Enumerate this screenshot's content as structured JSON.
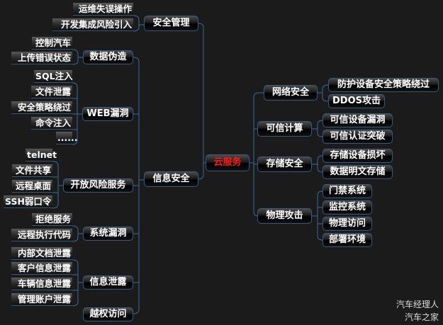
{
  "root": "云服务",
  "left": {
    "safety_mgmt": {
      "label": "安全管理",
      "children": [
        "运维失误操作",
        "开发集成风险引入"
      ]
    },
    "info_security": {
      "label": "信息安全",
      "branches": [
        {
          "label": "数据伪造",
          "children": [
            "控制汽车",
            "上传错误状态"
          ]
        },
        {
          "label": "WEB漏洞",
          "children": [
            "SQL注入",
            "文件泄露",
            "安全策略绕过",
            "命令注入",
            "......"
          ]
        },
        {
          "label": "开放风险服务",
          "children": [
            "telnet",
            "文件共享",
            "远程桌面",
            "SSH弱口令"
          ]
        },
        {
          "label": "系统漏洞",
          "children": [
            "拒绝服务",
            "远程执行代码"
          ]
        },
        {
          "label": "信息泄露",
          "children": [
            "内部文档泄露",
            "客户信息泄露",
            "车辆信息泄露",
            "管理账户泄露"
          ]
        },
        {
          "label": "越权访问",
          "children": []
        }
      ]
    }
  },
  "right": [
    {
      "label": "网络安全",
      "children": [
        "防护设备安全策略绕过",
        "DDOS攻击"
      ]
    },
    {
      "label": "可信计算",
      "children": [
        "可信设备漏洞",
        "可信认证突破"
      ]
    },
    {
      "label": "存储安全",
      "children": [
        "存储设备损坏",
        "数据明文存储"
      ]
    },
    {
      "label": "物理攻击",
      "children": [
        "门禁系统",
        "监控系统",
        "物理访问",
        "部署环境"
      ]
    }
  ],
  "watermark": {
    "line1": "汽车经理人",
    "line2": "汽车之家"
  },
  "colors": {
    "background": "#1b1b1b",
    "connector": "#35597f",
    "root_text": "#ff1a1a"
  }
}
